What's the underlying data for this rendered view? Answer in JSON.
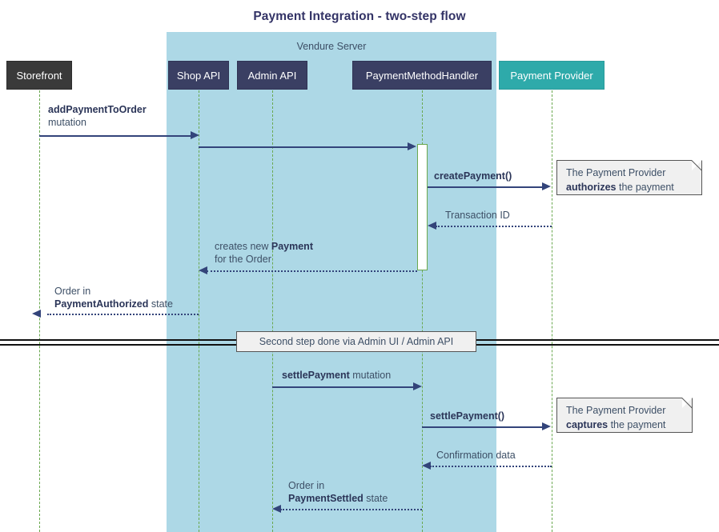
{
  "diagram": {
    "title": "Payment Integration - two-step flow",
    "type": "sequence-diagram"
  },
  "group": {
    "label": "Vendure Server",
    "color": "#ADD8E6"
  },
  "participants": [
    {
      "id": "storefront",
      "label": "Storefront",
      "color": "#3a3a3a"
    },
    {
      "id": "shop-api",
      "label": "Shop API",
      "color": "#3a3f63"
    },
    {
      "id": "admin-api",
      "label": "Admin API",
      "color": "#3a3f63"
    },
    {
      "id": "handler",
      "label": "PaymentMethodHandler",
      "color": "#3a3f63"
    },
    {
      "id": "provider",
      "label": "Payment Provider",
      "color": "#2eaaaa"
    }
  ],
  "messages": [
    {
      "id": "add-payment-to-order",
      "from": "storefront",
      "to": "shop-api",
      "line1_bold": "addPaymentToOrder",
      "line1_rest": "",
      "line2_bold": "",
      "line2_rest": "mutation",
      "style": "solid",
      "direction": "right"
    },
    {
      "id": "shop-api-to-handler",
      "from": "shop-api",
      "to": "handler",
      "line1_bold": "",
      "line1_rest": "",
      "style": "solid",
      "direction": "right"
    },
    {
      "id": "create-payment",
      "from": "handler",
      "to": "provider",
      "line1_bold": "createPayment()",
      "line1_rest": "",
      "style": "solid",
      "direction": "right"
    },
    {
      "id": "transaction-id",
      "from": "provider",
      "to": "handler",
      "line1_bold": "",
      "line1_rest": "Transaction ID",
      "style": "dotted",
      "direction": "left"
    },
    {
      "id": "creates-new-payment",
      "from": "handler",
      "to": "shop-api",
      "line1_bold": "Payment",
      "line1_rest": "creates new ",
      "line2_bold": "",
      "line2_rest": "for the Order",
      "style": "dotted",
      "direction": "left"
    },
    {
      "id": "order-payment-authorized",
      "from": "shop-api",
      "to": "storefront",
      "line1_bold": "",
      "line1_rest": "Order in",
      "line2_bold": "PaymentAuthorized",
      "line2_rest": " state",
      "style": "dotted",
      "direction": "left"
    },
    {
      "id": "settle-payment-mutation",
      "from": "admin-api",
      "to": "handler",
      "line1_bold": "settlePayment",
      "line1_rest": " mutation",
      "style": "solid",
      "direction": "right"
    },
    {
      "id": "settle-payment-call",
      "from": "handler",
      "to": "provider",
      "line1_bold": "settlePayment()",
      "line1_rest": "",
      "style": "solid",
      "direction": "right"
    },
    {
      "id": "confirmation-data",
      "from": "provider",
      "to": "handler",
      "line1_bold": "",
      "line1_rest": "Confirmation data",
      "style": "dotted",
      "direction": "left"
    },
    {
      "id": "order-payment-settled",
      "from": "handler",
      "to": "admin-api",
      "line1_bold": "",
      "line1_rest": "Order in",
      "line2_bold": "PaymentSettled",
      "line2_rest": " state",
      "style": "dotted",
      "direction": "left"
    }
  ],
  "notes": [
    {
      "id": "note-authorizes",
      "line1": "The Payment Provider",
      "line2_bold": "authorizes",
      "line2_rest": " the payment"
    },
    {
      "id": "note-captures",
      "line1": "The Payment Provider",
      "line2_bold": "captures",
      "line2_rest": " the payment"
    }
  ],
  "divider": {
    "label": "Second step done via Admin UI / Admin API"
  }
}
